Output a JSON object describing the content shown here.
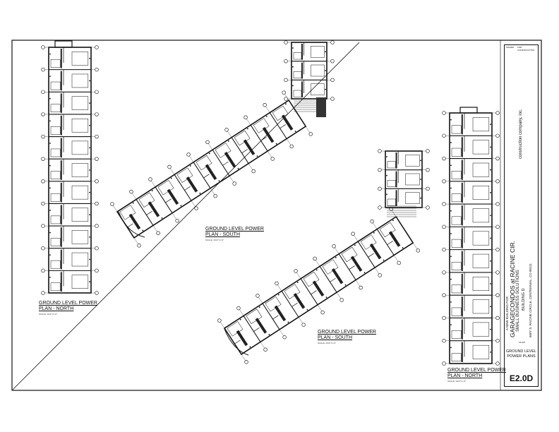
{
  "plans": {
    "north_left": {
      "title_line1": "GROUND LEVEL POWER",
      "title_line2": "PLAN - NORTH",
      "scale": "SCALE: 1/16\"=1'-0\""
    },
    "south_top": {
      "title_line1": "GROUND LEVEL POWER",
      "title_line2": "PLAN - SOUTH",
      "scale": "SCALE: 1/16\"=1'-0\""
    },
    "south_bottom": {
      "title_line1": "GROUND LEVEL POWER",
      "title_line2": "PLAN - SOUTH",
      "scale": "SCALE: 1/16\"=1'-0\""
    },
    "north_right": {
      "title_line1": "GROUND LEVEL POWER",
      "title_line2": "PLAN - NORTH",
      "scale": "SCALE: 1/16\"=1'-0\""
    }
  },
  "title_block": {
    "issue_label": "ISSUED",
    "issue_value": "FOR CONSTRUCTION",
    "company": "construction company, inc.",
    "project_prefix": "A NEW BUILDING FOR:",
    "project_name": "GARAGECONDOS at RACINE CIR.",
    "client": "SMALL BUSINESS SOLUTIONS",
    "building": "BUILDING D",
    "address": "6607 S. RACINE CIRCLE, CENTENNIAL, CO 80111",
    "project_no": "16-007",
    "sheet_name": "GROUND LEVEL POWER PLANS",
    "sheet_number": "E2.0D"
  },
  "colors": {
    "line": "#111111",
    "paper": "#ffffff",
    "fill_dark": "#222222"
  }
}
